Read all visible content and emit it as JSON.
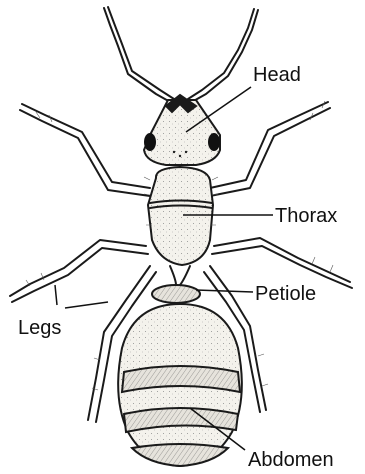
{
  "labels": {
    "head": "Head",
    "thorax": "Thorax",
    "petiole": "Petiole",
    "legs": "Legs",
    "abdomen": "Abdomen"
  },
  "colors": {
    "ink": "#1a1a1a",
    "body_fill": "#f4f2ec",
    "background": "#ffffff"
  }
}
